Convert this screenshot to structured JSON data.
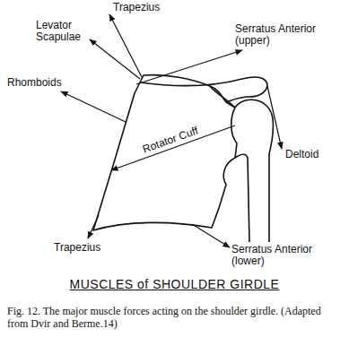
{
  "diagram": {
    "title": "MUSCLES of SHOULDER GIRDLE",
    "caption": "Fig. 12. The major muscle forces acting on the shoulder girdle. (Adapted from Dvir and Berme.14)",
    "labels": [
      "Trapezius",
      "Levator Scapulae",
      "Serratus Anterior (upper)",
      "Rhomboids",
      "Rotator Cuff",
      "Deltoid",
      "Trapezius",
      "Serratus Anterior (lower)"
    ]
  }
}
